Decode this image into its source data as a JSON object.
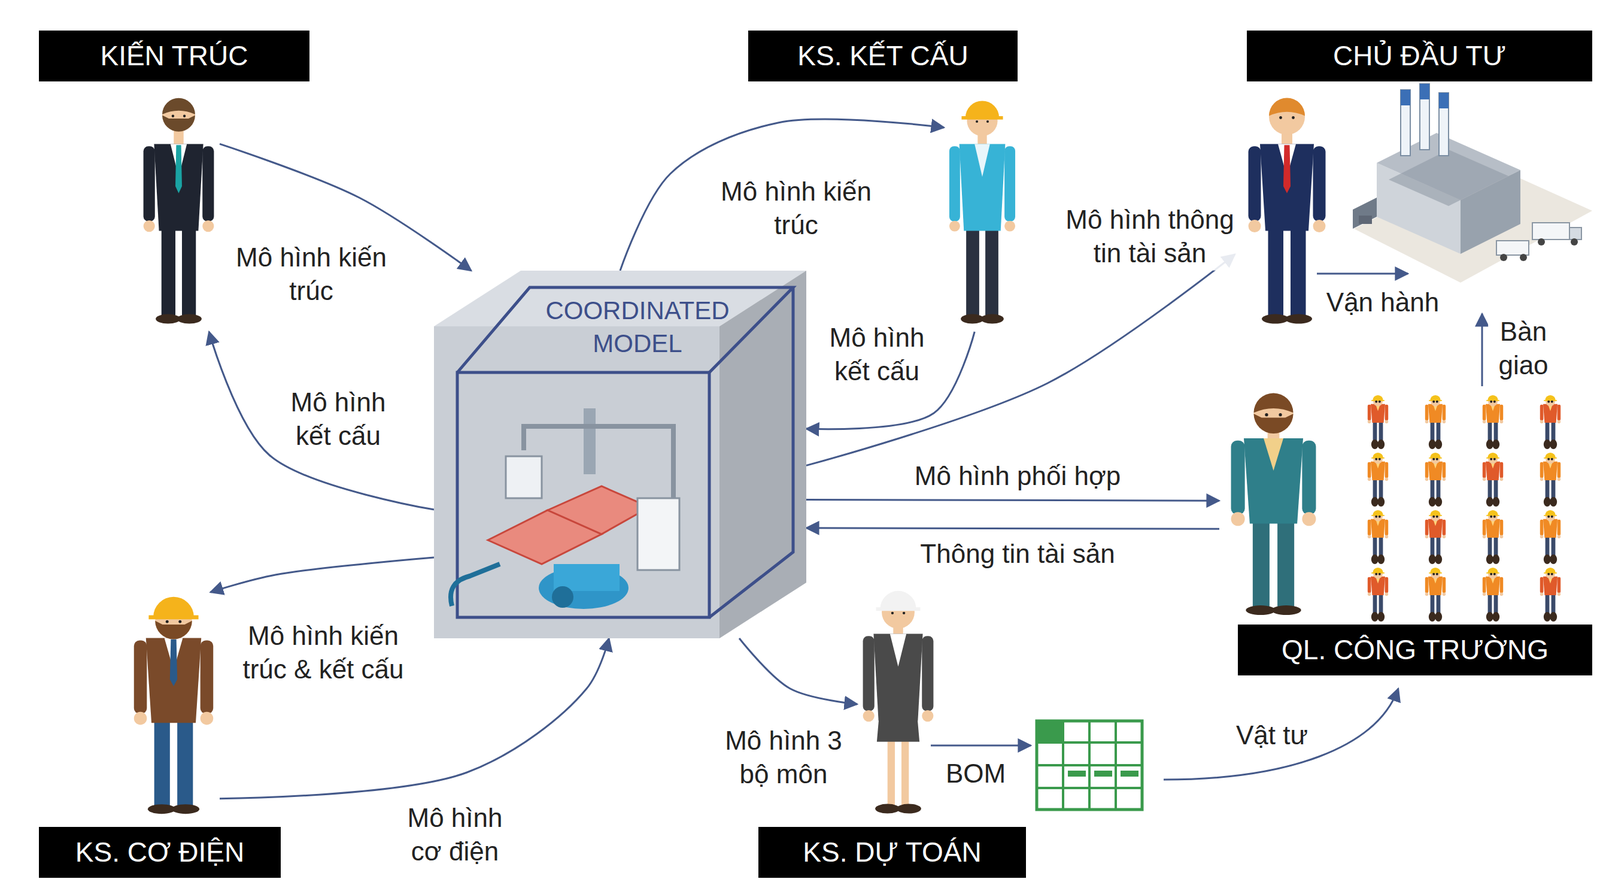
{
  "diagram": {
    "nodes": [
      {
        "text": [
          "KIẾN TRÚC"
        ]
      },
      {
        "text": [
          "KS. KẾT CẤU"
        ]
      },
      {
        "text": [
          "CHỦ ĐẦU TƯ"
        ]
      },
      {
        "text": [
          "COORDINATED MODEL"
        ]
      },
      {
        "text": [
          "QL. CÔNG TRƯỜNG"
        ]
      },
      {
        "text": [
          "KS. CƠ ĐIỆN"
        ]
      },
      {
        "text": [
          "KS. DỰ TOÁN"
        ]
      }
    ],
    "edges": [
      {
        "from": 0,
        "to": 3,
        "arrow": "to",
        "label": "Mô hình kiến trúc"
      },
      {
        "from": 3,
        "to": 1,
        "arrow": "to",
        "label": "Mô hình kiến trúc"
      },
      {
        "from": 1,
        "to": 3,
        "arrow": "to",
        "label": "Mô hình kết cấu"
      },
      {
        "from": 3,
        "to": 0,
        "arrow": "to",
        "label": "Mô hình kết cấu"
      },
      {
        "from": 3,
        "to": 2,
        "arrow": "to",
        "label": "Mô hình thông tin tài sản"
      },
      {
        "from": 3,
        "to": 4,
        "arrow": "to",
        "label": "Mô hình phối hợp"
      },
      {
        "from": 4,
        "to": 3,
        "arrow": "to",
        "label": "Thông tin tài sản"
      },
      {
        "from": 3,
        "to": 5,
        "arrow": "to",
        "label": "Mô hình kiến trúc & kết cấu"
      },
      {
        "from": 5,
        "to": 3,
        "arrow": "to",
        "label": "Mô hình cơ điện"
      },
      {
        "from": 3,
        "to": 6,
        "arrow": "to",
        "label": "Mô hình 3 bộ môn"
      }
    ],
    "labels": [
      "BOM",
      "Vật tư",
      "Vận hành",
      "Bàn giao"
    ]
  }
}
